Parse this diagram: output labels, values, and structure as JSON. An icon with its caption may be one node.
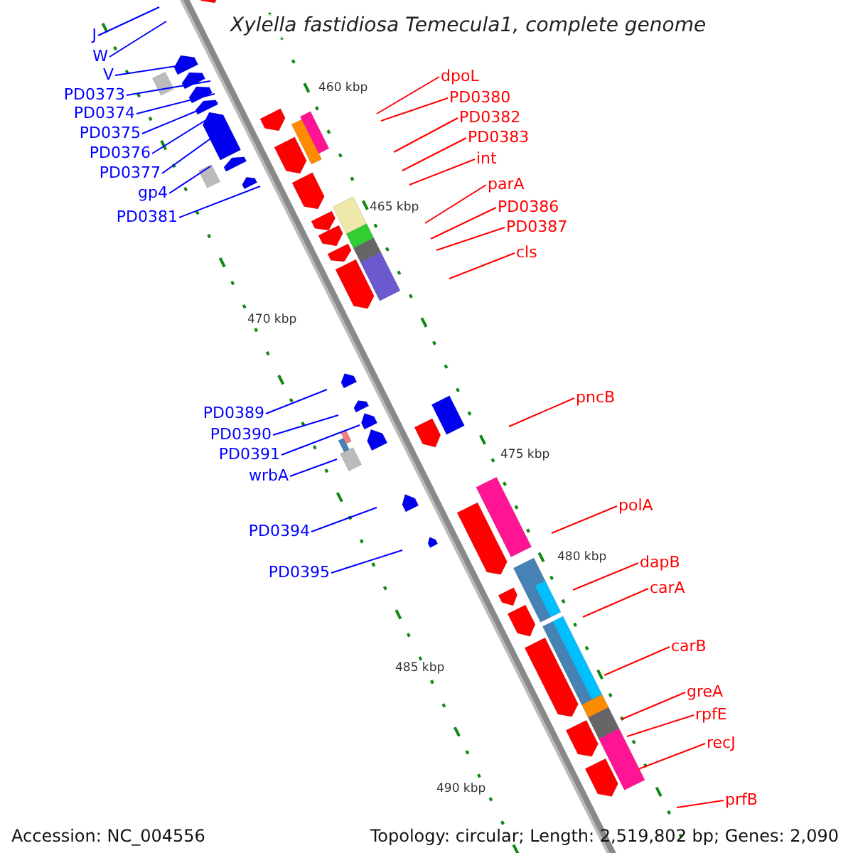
{
  "diagram": {
    "title": "Xylella fastidiosa Temecula1, complete genome",
    "nodes": [
      {
        "text": [
          "J"
        ]
      },
      {
        "text": [
          "W"
        ]
      },
      {
        "text": [
          "V"
        ]
      },
      {
        "text": [
          "PD0373"
        ]
      },
      {
        "text": [
          "PD0374"
        ]
      },
      {
        "text": [
          "PD0375"
        ]
      },
      {
        "text": [
          "PD0376"
        ]
      },
      {
        "text": [
          "PD0377"
        ]
      },
      {
        "text": [
          "gp4"
        ]
      },
      {
        "text": [
          "PD0381"
        ]
      },
      {
        "text": [
          "PD0389"
        ]
      },
      {
        "text": [
          "PD0390"
        ]
      },
      {
        "text": [
          "PD0391"
        ]
      },
      {
        "text": [
          "wrbA"
        ]
      },
      {
        "text": [
          "PD0394"
        ]
      },
      {
        "text": [
          "PD0395"
        ]
      },
      {
        "text": [
          "dpoL"
        ]
      },
      {
        "text": [
          "PD0380"
        ]
      },
      {
        "text": [
          "PD0382"
        ]
      },
      {
        "text": [
          "PD0383"
        ]
      },
      {
        "text": [
          "int"
        ]
      },
      {
        "text": [
          "parA"
        ]
      },
      {
        "text": [
          "PD0386"
        ]
      },
      {
        "text": [
          "PD0387"
        ]
      },
      {
        "text": [
          "cls"
        ]
      },
      {
        "text": [
          "pncB"
        ]
      },
      {
        "text": [
          "polA"
        ]
      },
      {
        "text": [
          "dapB"
        ]
      },
      {
        "text": [
          "carA"
        ]
      },
      {
        "text": [
          "carB"
        ]
      },
      {
        "text": [
          "greA"
        ]
      },
      {
        "text": [
          "rpfE"
        ]
      },
      {
        "text": [
          "recJ"
        ]
      },
      {
        "text": [
          "prfB"
        ]
      }
    ],
    "edges": [
      {
        "from": 0,
        "to": null,
        "arrow": "none",
        "color": "#0000ff"
      },
      {
        "from": 1,
        "to": null,
        "arrow": "none",
        "color": "#0000ff"
      },
      {
        "from": 2,
        "to": null,
        "arrow": "none",
        "color": "#0000ff"
      },
      {
        "from": 3,
        "to": null,
        "arrow": "none",
        "color": "#0000ff"
      },
      {
        "from": 4,
        "to": null,
        "arrow": "none",
        "color": "#0000ff"
      },
      {
        "from": 5,
        "to": null,
        "arrow": "none",
        "color": "#0000ff"
      },
      {
        "from": 6,
        "to": null,
        "arrow": "none",
        "color": "#0000ff"
      },
      {
        "from": 7,
        "to": null,
        "arrow": "none",
        "color": "#0000ff"
      },
      {
        "from": 8,
        "to": null,
        "arrow": "none",
        "color": "#0000ff"
      },
      {
        "from": 9,
        "to": null,
        "arrow": "none",
        "color": "#0000ff"
      },
      {
        "from": 10,
        "to": null,
        "arrow": "none",
        "color": "#0000ff"
      },
      {
        "from": 11,
        "to": null,
        "arrow": "none",
        "color": "#0000ff"
      },
      {
        "from": 12,
        "to": null,
        "arrow": "none",
        "color": "#0000ff"
      },
      {
        "from": 13,
        "to": null,
        "arrow": "none",
        "color": "#0000ff"
      },
      {
        "from": 14,
        "to": null,
        "arrow": "none",
        "color": "#0000ff"
      },
      {
        "from": 15,
        "to": null,
        "arrow": "none",
        "color": "#0000ff"
      },
      {
        "from": 16,
        "to": null,
        "arrow": "none"
      },
      {
        "from": 17,
        "to": null,
        "arrow": "none"
      },
      {
        "from": 18,
        "to": null,
        "arrow": "none"
      },
      {
        "from": 19,
        "to": null,
        "arrow": "none"
      },
      {
        "from": 20,
        "to": null,
        "arrow": "none"
      },
      {
        "from": 21,
        "to": null,
        "arrow": "none"
      },
      {
        "from": 22,
        "to": null,
        "arrow": "none"
      },
      {
        "from": 23,
        "to": null,
        "arrow": "none"
      },
      {
        "from": 24,
        "to": null,
        "arrow": "none"
      },
      {
        "from": 25,
        "to": null,
        "arrow": "none"
      },
      {
        "from": 26,
        "to": null,
        "arrow": "none"
      },
      {
        "from": 27,
        "to": null,
        "arrow": "none"
      },
      {
        "from": 28,
        "to": null,
        "arrow": "none"
      },
      {
        "from": 29,
        "to": null,
        "arrow": "none"
      },
      {
        "from": 30,
        "to": null,
        "arrow": "none"
      },
      {
        "from": 31,
        "to": null,
        "arrow": "none"
      },
      {
        "from": 32,
        "to": null,
        "arrow": "none"
      },
      {
        "from": 33,
        "to": null,
        "arrow": "none"
      }
    ],
    "labels": [
      "460 kbp",
      "465 kbp",
      "470 kbp",
      "475 kbp",
      "480 kbp",
      "485 kbp",
      "490 kbp",
      "Accession: NC_004556",
      "Topology: circular; Length: 2,519,802 bp; Genes: 2,090"
    ]
  }
}
